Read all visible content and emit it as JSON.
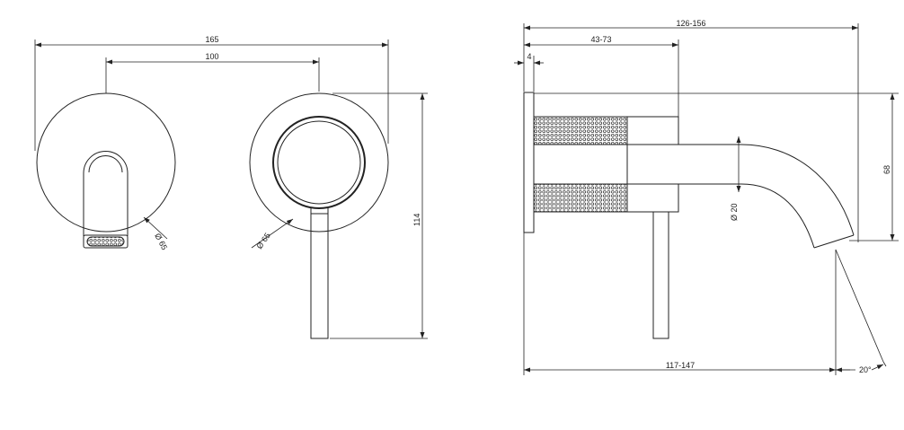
{
  "drawing": {
    "front_view": {
      "overall_width": "165",
      "center_distance": "100",
      "spout_rosette_diameter": "Ø 65",
      "mixer_rosette_diameter": "Ø 65",
      "height": "114"
    },
    "side_view": {
      "overall_projection": "126-156",
      "body_depth": "43-73",
      "rosette_thickness": "4",
      "spout_diameter": "Ø 20",
      "spout_drop": "68",
      "spout_reach": "117-147",
      "angle": "20°"
    }
  }
}
